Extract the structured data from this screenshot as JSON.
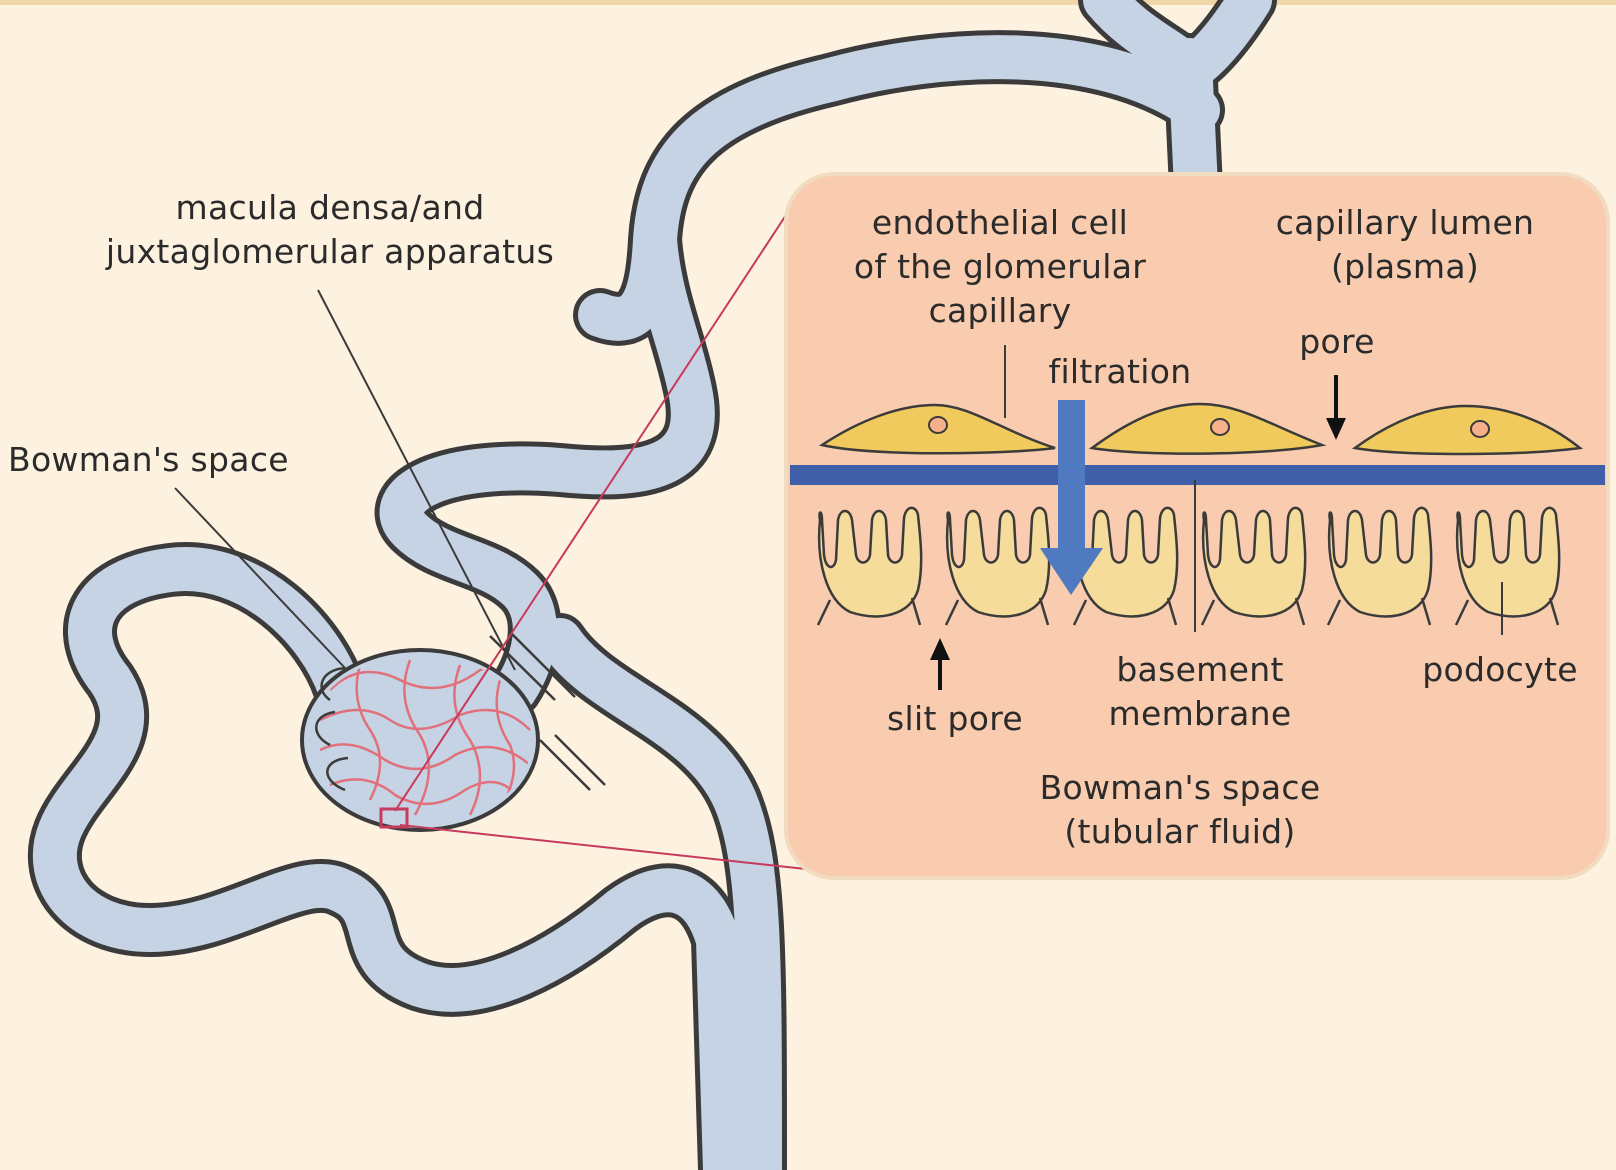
{
  "labels": {
    "macula_line1": "macula densa/and",
    "macula_line2": "juxtaglomerular apparatus",
    "bowmans_space": "Bowman's space",
    "endothelial_line1": "endothelial cell",
    "endothelial_line2": "of the glomerular",
    "endothelial_line3": "capillary",
    "capillary_lumen_line1": "capillary lumen",
    "capillary_lumen_line2": "(plasma)",
    "pore": "pore",
    "filtration": "filtration",
    "slit_pore": "slit pore",
    "basement_line1": "basement",
    "basement_line2": "membrane",
    "podocyte": "podocyte",
    "bowmans_fluid_line1": "Bowman's space",
    "bowmans_fluid_line2": "(tubular fluid)"
  },
  "colors": {
    "background": "#fdf1e0",
    "tubule_fill": "#c5d3e4",
    "tubule_outline": "#3b3b3b",
    "capillary_network": "#e0707a",
    "inset_fill": "#f9ccb0",
    "inset_border": "#f2dcc0",
    "zoom_lines": "#c73a5c",
    "endothelial_cell": "#f0ca5c",
    "podocyte_fill": "#f6dc9a",
    "basement_membrane": "#3f5fa8",
    "filtration_arrow": "#4f7ac0",
    "nucleus": "#d89a6a"
  }
}
